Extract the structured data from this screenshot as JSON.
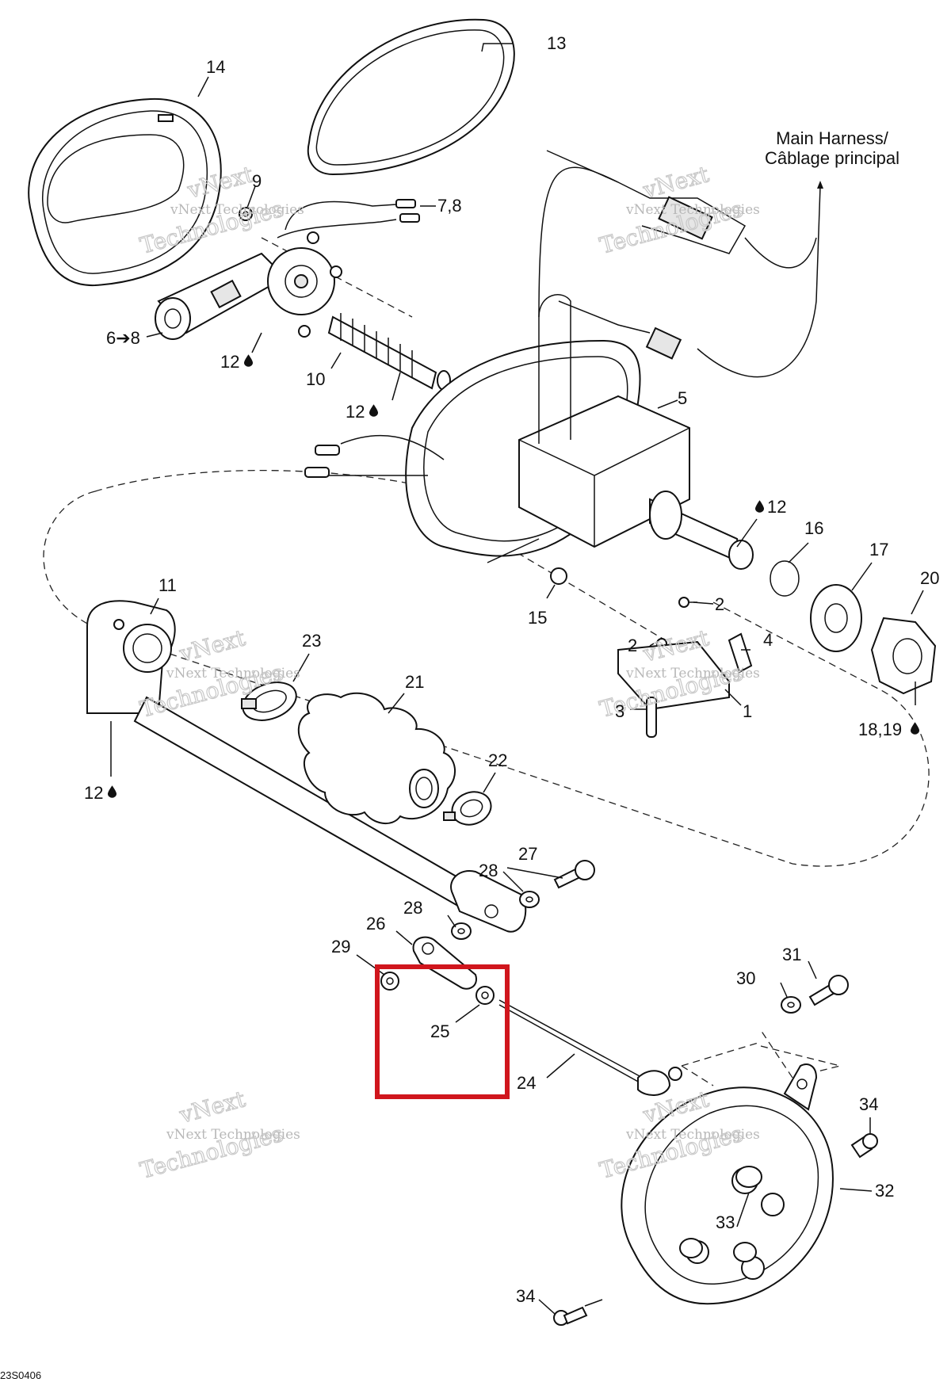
{
  "harness_label": {
    "line1": "Main Harness/",
    "line2": "Câblage principal"
  },
  "watermark": {
    "line1": "vNext",
    "line2": "vNext Technologies",
    "line3": "Technologies"
  },
  "drawing_code": "23S0406",
  "callouts": {
    "c1": "1",
    "c2a": "2",
    "c2b": "2",
    "c3": "3",
    "c4": "4",
    "c5": "5",
    "c6_8": "6➔8",
    "c7_8": "7,8",
    "c9": "9",
    "c10": "10",
    "c11": "11",
    "c12_motor": "12",
    "c12_worm": "12",
    "c12_shaft": "12",
    "c12_tube": "12",
    "c13": "13",
    "c14": "14",
    "c15": "15",
    "c16": "16",
    "c17": "17",
    "c18_19": "18,19",
    "c20": "20",
    "c21": "21",
    "c22": "22",
    "c23": "23",
    "c24": "24",
    "c25": "25",
    "c26": "26",
    "c27": "27",
    "c28a": "28",
    "c28b": "28",
    "c29": "29",
    "c30": "30",
    "c31": "31",
    "c32": "32",
    "c33": "33",
    "c34a": "34",
    "c34b": "34"
  },
  "colors": {
    "highlight": "#d0161d",
    "line": "#111111",
    "watermark": "#b8b8b8"
  },
  "icons": {
    "lubricant": "oil-drop-icon"
  }
}
